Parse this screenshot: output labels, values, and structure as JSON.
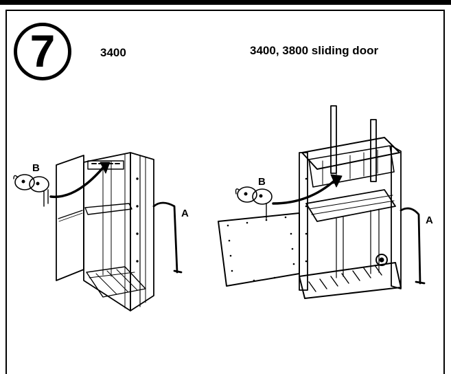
{
  "step": {
    "number": "7"
  },
  "headings": {
    "left": "3400",
    "right": "3400, 3800 sliding door"
  },
  "callouts": {
    "left_b": "B",
    "left_a": "A",
    "right_b": "B",
    "right_a": "A"
  }
}
